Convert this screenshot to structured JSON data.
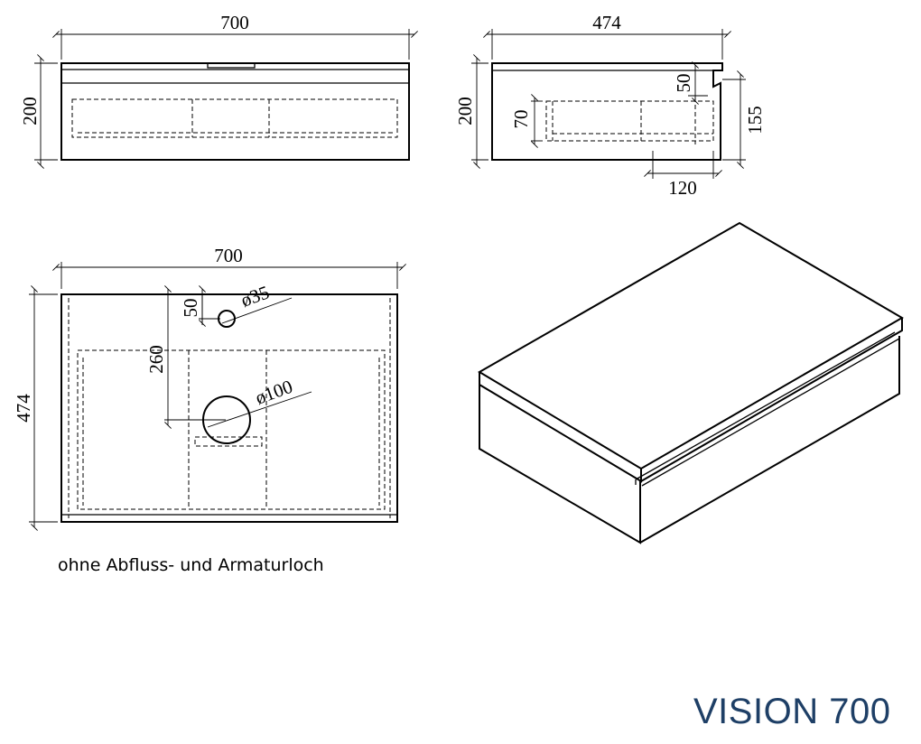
{
  "front_view": {
    "width": "700",
    "height": "200"
  },
  "side_view": {
    "depth": "474",
    "height": "200",
    "drawer_height": "70",
    "offset_top": "50",
    "offset_height": "155",
    "offset_width": "120"
  },
  "top_view": {
    "width": "700",
    "depth": "474",
    "tap_hole_offset": "50",
    "tap_hole_diameter": "ø35",
    "drain_offset": "260",
    "drain_diameter": "ø100"
  },
  "note": "ohne Abfluss- und Armaturloch",
  "product_title": "VISION 700",
  "colors": {
    "title": "#1e3f66",
    "line": "#000000"
  }
}
